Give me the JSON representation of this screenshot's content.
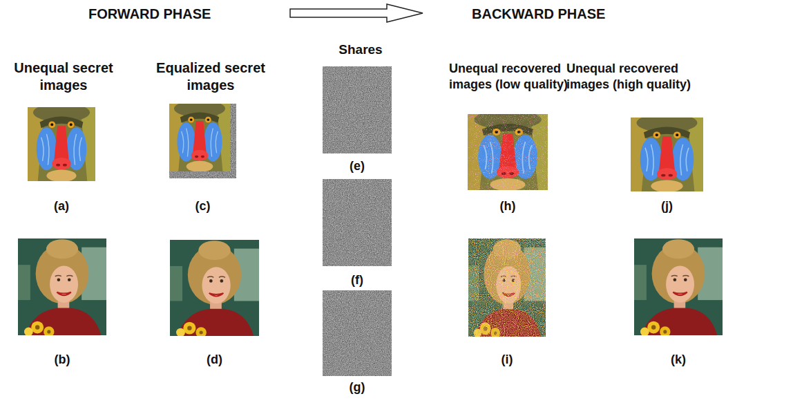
{
  "diagram": {
    "nodes": [
      {
        "text": [
          "(a)"
        ]
      },
      {
        "text": [
          "(b)"
        ]
      },
      {
        "text": [
          "(c)"
        ]
      },
      {
        "text": [
          "(d)"
        ]
      },
      {
        "text": [
          "(e)"
        ]
      },
      {
        "text": [
          "(f)"
        ]
      },
      {
        "text": [
          "(g)"
        ]
      },
      {
        "text": [
          "(h)"
        ]
      },
      {
        "text": [
          "(i)"
        ]
      },
      {
        "text": [
          "(j)"
        ]
      },
      {
        "text": [
          "(k)"
        ]
      }
    ],
    "labels": [
      "FORWARD PHASE",
      "BACKWARD PHASE",
      "Unequal secret images",
      "Equalized secret images",
      "Shares",
      "Unequal recovered images (low quality)",
      "Unequal recovered images (high quality)"
    ]
  }
}
